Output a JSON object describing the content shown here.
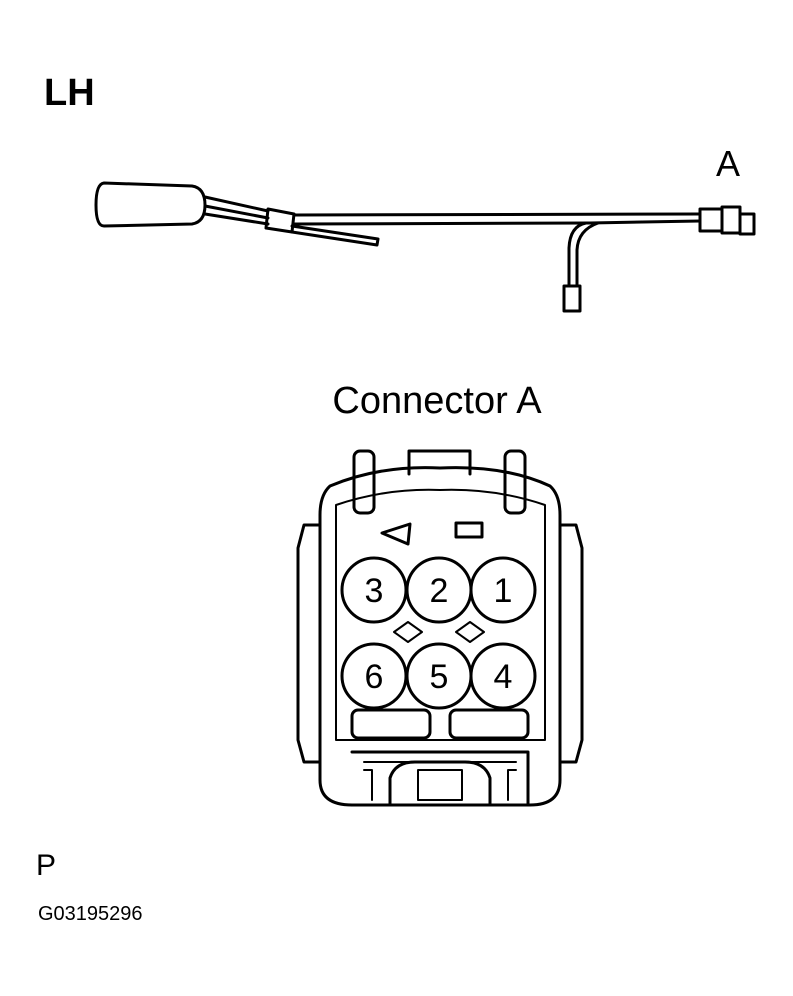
{
  "side_label": "LH",
  "harness": {
    "connector_label": "A"
  },
  "connector_view": {
    "title": "Connector A",
    "pins": [
      "1",
      "2",
      "3",
      "4",
      "5",
      "6"
    ]
  },
  "footer": {
    "symbol": "P",
    "figure_code": "G03195296"
  }
}
